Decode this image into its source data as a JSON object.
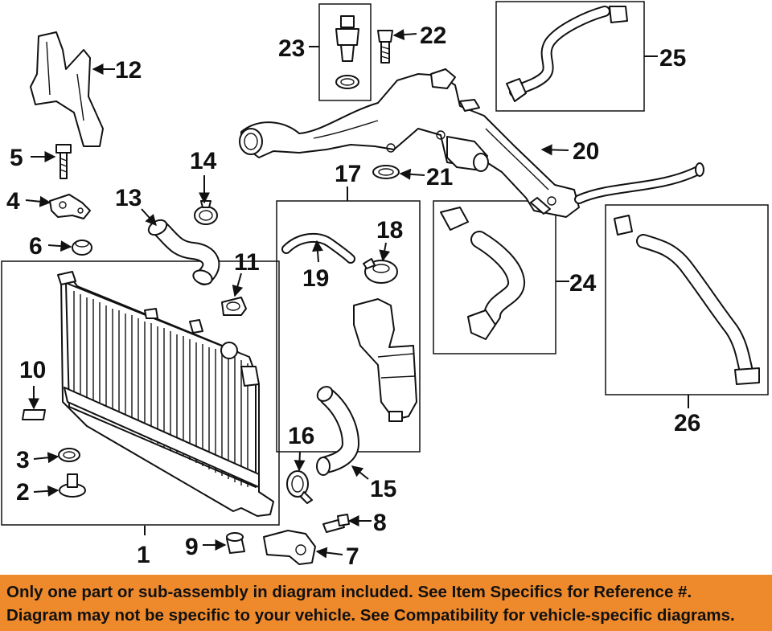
{
  "callouts": {
    "c1": "1",
    "c2": "2",
    "c3": "3",
    "c4": "4",
    "c5": "5",
    "c6": "6",
    "c7": "7",
    "c8": "8",
    "c9": "9",
    "c10": "10",
    "c11": "11",
    "c12": "12",
    "c13": "13",
    "c14": "14",
    "c15": "15",
    "c16": "16",
    "c17": "17",
    "c18": "18",
    "c19": "19",
    "c20": "20",
    "c21": "21",
    "c22": "22",
    "c23": "23",
    "c24": "24",
    "c25": "25",
    "c26": "26"
  },
  "banner": {
    "line1": "Only one part or sub-assembly in diagram included. See Item Specifics for Reference #.",
    "line2": "Diagram may not be specific to your vehicle. See Compatibility for vehicle-specific diagrams."
  },
  "colors": {
    "banner_bg": "#ef8a2c",
    "ink": "#111111"
  }
}
